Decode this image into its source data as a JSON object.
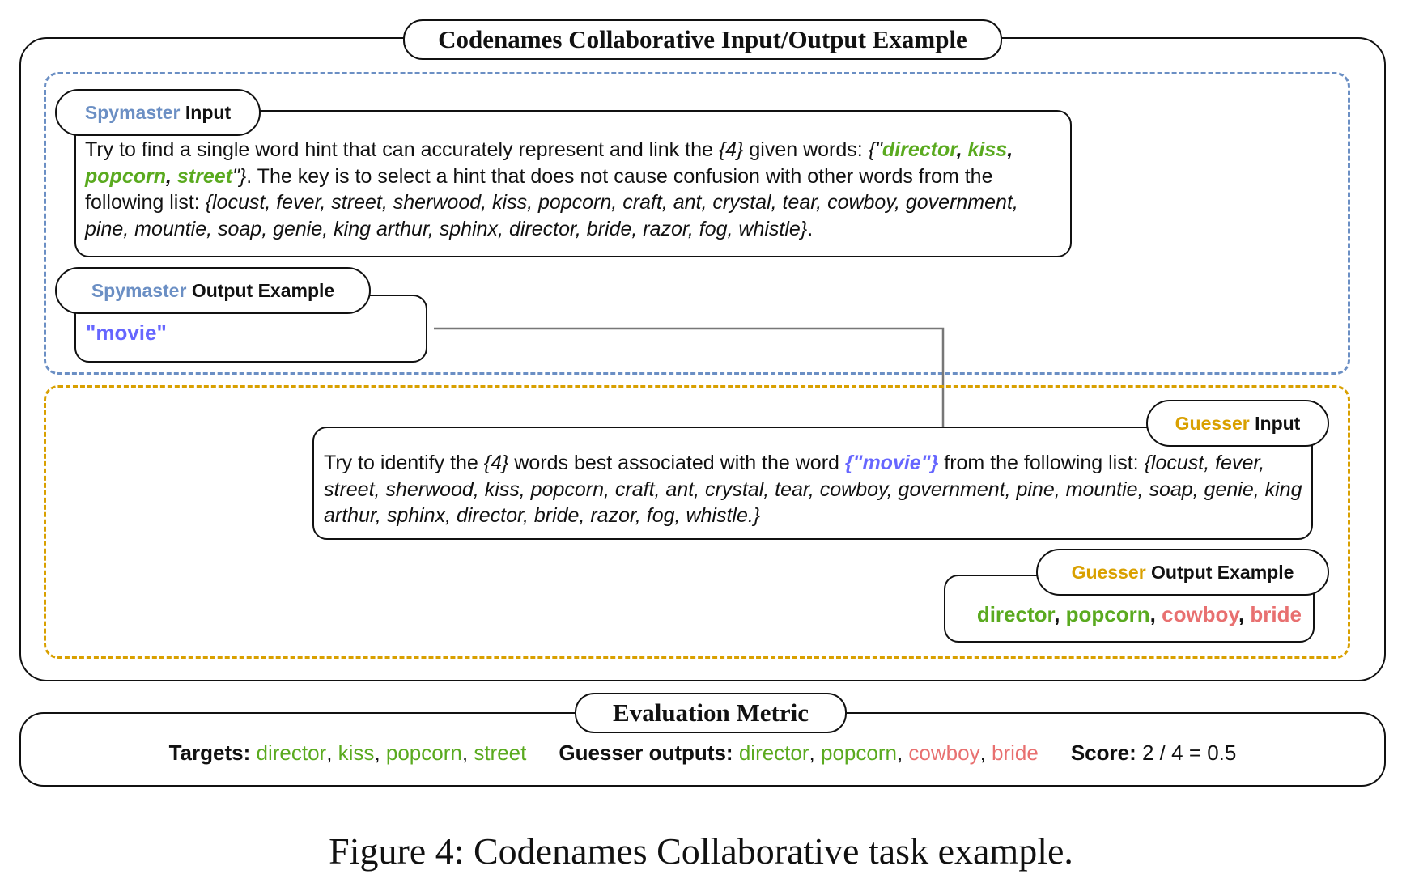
{
  "title": "Codenames Collaborative Input/Output Example",
  "spymaster_input": {
    "role": "Spymaster",
    "label": "Input",
    "text_1": "Try to find a single word hint that can accurately represent and link the ",
    "count": "{4}",
    "text_2": " given words: ",
    "targets_open": "{\"",
    "targets": [
      "director",
      "kiss",
      "popcorn",
      "street"
    ],
    "targets_close": "\"}",
    "text_3": ". The key is to select a hint that does not cause confusion with other words from the following list: ",
    "word_list": "{locust, fever, street, sherwood, kiss, popcorn, craft, ant, crystal, tear, cowboy, government, pine, mountie, soap, genie, king arthur, sphinx, director, bride, razor, fog, whistle}",
    "text_end": "."
  },
  "spymaster_output": {
    "role": "Spymaster",
    "label": "Output Example",
    "hint": "\"movie\""
  },
  "guesser_input": {
    "role": "Guesser",
    "label": "Input",
    "text_1": "Try to identify the ",
    "count": "{4}",
    "text_2": " words best associated with the word ",
    "hint": "{\"movie\"}",
    "text_3": " from the following list: ",
    "word_list": "{locust, fever, street, sherwood, kiss, popcorn, craft, ant, crystal, tear, cowboy, government, pine, mountie, soap, genie, king arthur, sphinx, director, bride, razor, fog, whistle.}"
  },
  "guesser_output": {
    "role": "Guesser",
    "label": "Output Example",
    "words": [
      {
        "word": "director",
        "correct": true
      },
      {
        "word": "popcorn",
        "correct": true
      },
      {
        "word": "cowboy",
        "correct": false
      },
      {
        "word": "bride",
        "correct": false
      }
    ]
  },
  "evaluation": {
    "title": "Evaluation Metric",
    "targets_label": "Targets:",
    "targets": [
      "director",
      "kiss",
      "popcorn",
      "street"
    ],
    "outputs_label": "Guesser outputs:",
    "outputs": [
      "director",
      "popcorn",
      "cowboy",
      "bride"
    ],
    "score_label": "Score:",
    "score": "2 / 4 = 0.5"
  },
  "caption": "Figure 4: Codenames Collaborative task example.",
  "colors": {
    "spymaster": "#6b8fc4",
    "guesser": "#d9a000",
    "correct": "#5aaa1f",
    "incorrect": "#e87070",
    "hint": "#6666ff"
  }
}
